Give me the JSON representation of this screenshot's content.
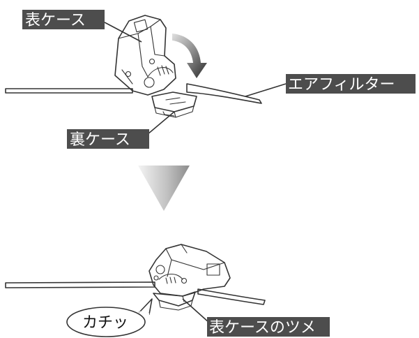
{
  "labels": {
    "front_case": "表ケース",
    "air_filter": "エアフィルター",
    "back_case": "裏ケース",
    "front_case_claw": "表ケースのツメ",
    "click_sound": "カチッ"
  },
  "colors": {
    "label_bg": "#4d4d4d",
    "label_text": "#ffffff",
    "arrow_dark": "#333333",
    "arrow_light": "#d0d0d0",
    "down_arrow_light": "#f2f2f2",
    "down_arrow_dark": "#9a9a9a"
  },
  "icons": {
    "rotate_arrow": "curved-rotate-arrow",
    "step_arrow": "down-triangle"
  }
}
